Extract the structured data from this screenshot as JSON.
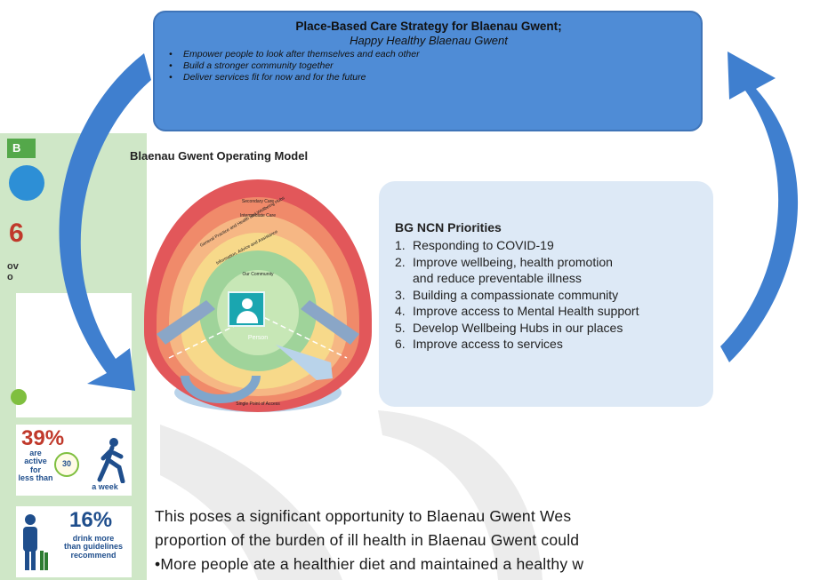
{
  "strategy": {
    "title": "Place-Based Care Strategy for Blaenau Gwent;",
    "subtitle": "Happy Healthy Blaenau Gwent",
    "bullets": [
      "Empower people to look after themselves and each other",
      "Build a stronger community together",
      "Deliver services fit for now and for the future"
    ]
  },
  "model": {
    "heading": "Blaenau Gwent Operating Model",
    "rings": [
      "Secondary Care",
      "Intermediate Care",
      "General Practice and Health and Wellbeing Hubs",
      "Information, Advice and Assistance",
      "Our Community"
    ],
    "centre": "Person",
    "base": "Single Point of Access"
  },
  "priorities": {
    "heading": "BG NCN Priorities",
    "items": [
      {
        "num": "1.",
        "text": "Responding to COVID-19"
      },
      {
        "num": "2.",
        "text": "Improve wellbeing, health promotion"
      },
      {
        "num": "",
        "text": "and reduce preventable illness"
      },
      {
        "num": "3.",
        "text": "Building a compassionate community"
      },
      {
        "num": "4.",
        "text": "Improve access to Mental Health support"
      },
      {
        "num": "5.",
        "text": "Develop Wellbeing Hubs in our places"
      },
      {
        "num": "6.",
        "text": "Improve access to services"
      }
    ]
  },
  "infographic": {
    "header": "B",
    "big_number": "6",
    "over_text": "ov",
    "over_text2": "o",
    "stat1_pct": "39%",
    "stat1_text": [
      "are",
      "active for",
      "less than"
    ],
    "stat1_minutes": "30",
    "stat1_tail": "a week",
    "stat2_pct": "16%",
    "stat2_text": [
      "drink more",
      "than guidelines",
      "recommend"
    ]
  },
  "paragraph": {
    "line1": "This poses a significant opportunity to Blaenau Gwent Wes",
    "line2": "proportion of the burden of ill health in Blaenau Gwent could",
    "line3": "•More people ate a healthier diet and maintained a healthy w"
  },
  "colors": {
    "strategy_fill": "#4f8cd6",
    "priorities_fill": "#dde9f6",
    "arrow_blue": "#3f7fcf",
    "watermark_gray": "#ececec"
  }
}
